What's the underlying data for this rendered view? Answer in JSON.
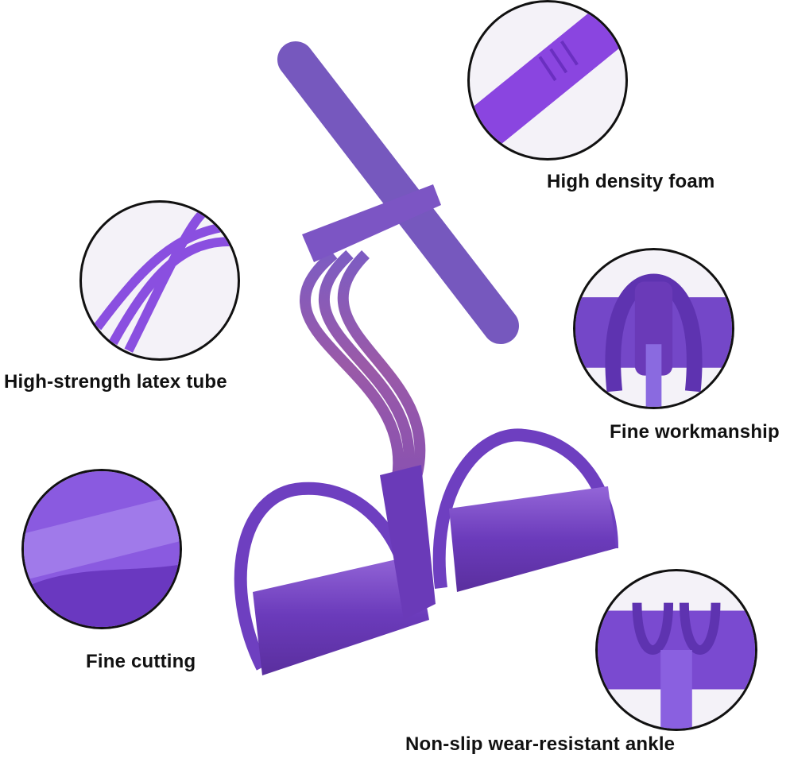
{
  "colors": {
    "purple": "#7a45c9",
    "purple_dark": "#5a2f9e",
    "foam": "#7b5bc0",
    "tube": "#8a4f9e",
    "outline": "#111111"
  },
  "product": {
    "image": "purple-pedal-resistance-band"
  },
  "features": [
    {
      "label": "High density foam",
      "icon": "foam-handle-closeup"
    },
    {
      "label": "High-strength latex tube",
      "icon": "latex-tube-closeup"
    },
    {
      "label": "Fine workmanship",
      "icon": "workmanship-closeup"
    },
    {
      "label": "Fine cutting",
      "icon": "cutting-closeup"
    },
    {
      "label": "Non-slip wear-resistant ankle",
      "icon": "ankle-pedal-closeup"
    }
  ]
}
